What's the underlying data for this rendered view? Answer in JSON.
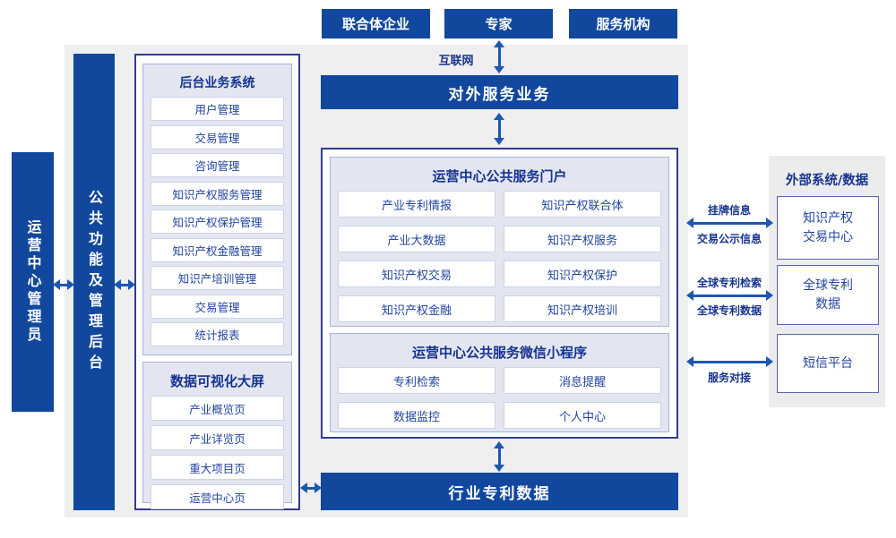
{
  "colors": {
    "primary": "#11489d",
    "arrow": "#1c57b0",
    "textblue": "#2245a0",
    "headerblue": "#16338f",
    "panelbg": "#e3e6f1",
    "panelborder": "#aab3d6",
    "containerborder": "#333b90",
    "canvasgray": "#efefef",
    "rightgray": "#ececec",
    "boxborder": "#5b66ab",
    "itemborder": "#ccd3e8"
  },
  "top_actors": [
    "联合体企业",
    "专家",
    "服务机构"
  ],
  "internet_label": "互联网",
  "bars": {
    "external_service": "对外服务业务",
    "industry_patent": "行业专利数据"
  },
  "left": {
    "admin_bar": "运营中心管理员",
    "backend_bar": "公共功能及管理后台",
    "backend_panel": {
      "title": "后台业务系统",
      "items": [
        "用户管理",
        "交易管理",
        "咨询管理",
        "知识产权服务管理",
        "知识产权保护管理",
        "知识产权金融管理",
        "知识产培训管理",
        "交易管理",
        "统计报表"
      ]
    },
    "dashboard_panel": {
      "title": "数据可视化大屏",
      "items": [
        "产业概览页",
        "产业详览页",
        "重大项目页",
        "运营中心页"
      ]
    }
  },
  "center": {
    "portal": {
      "title": "运营中心公共服务门户",
      "items": [
        "产业专利情报",
        "知识产权联合体",
        "产业大数据",
        "知识产权服务",
        "知识产权交易",
        "知识产权保护",
        "知识产权金融",
        "知识产权培训"
      ]
    },
    "miniapp": {
      "title": "运营中心公共服务微信小程序",
      "items": [
        "专利检索",
        "消息提醒",
        "数据监控",
        "个人中心"
      ]
    }
  },
  "right": {
    "title": "外部系统/数据",
    "systems": [
      {
        "lines": [
          "知识产权",
          "交易中心"
        ]
      },
      {
        "lines": [
          "全球专利",
          "数据"
        ]
      },
      {
        "lines": [
          "短信平台"
        ]
      }
    ],
    "link_labels": {
      "l1_top": "挂牌信息",
      "l1_bottom": "交易公示信息",
      "l2_top": "全球专利检索",
      "l2_bottom": "全球专利数据",
      "l3_bottom": "服务对接"
    }
  }
}
